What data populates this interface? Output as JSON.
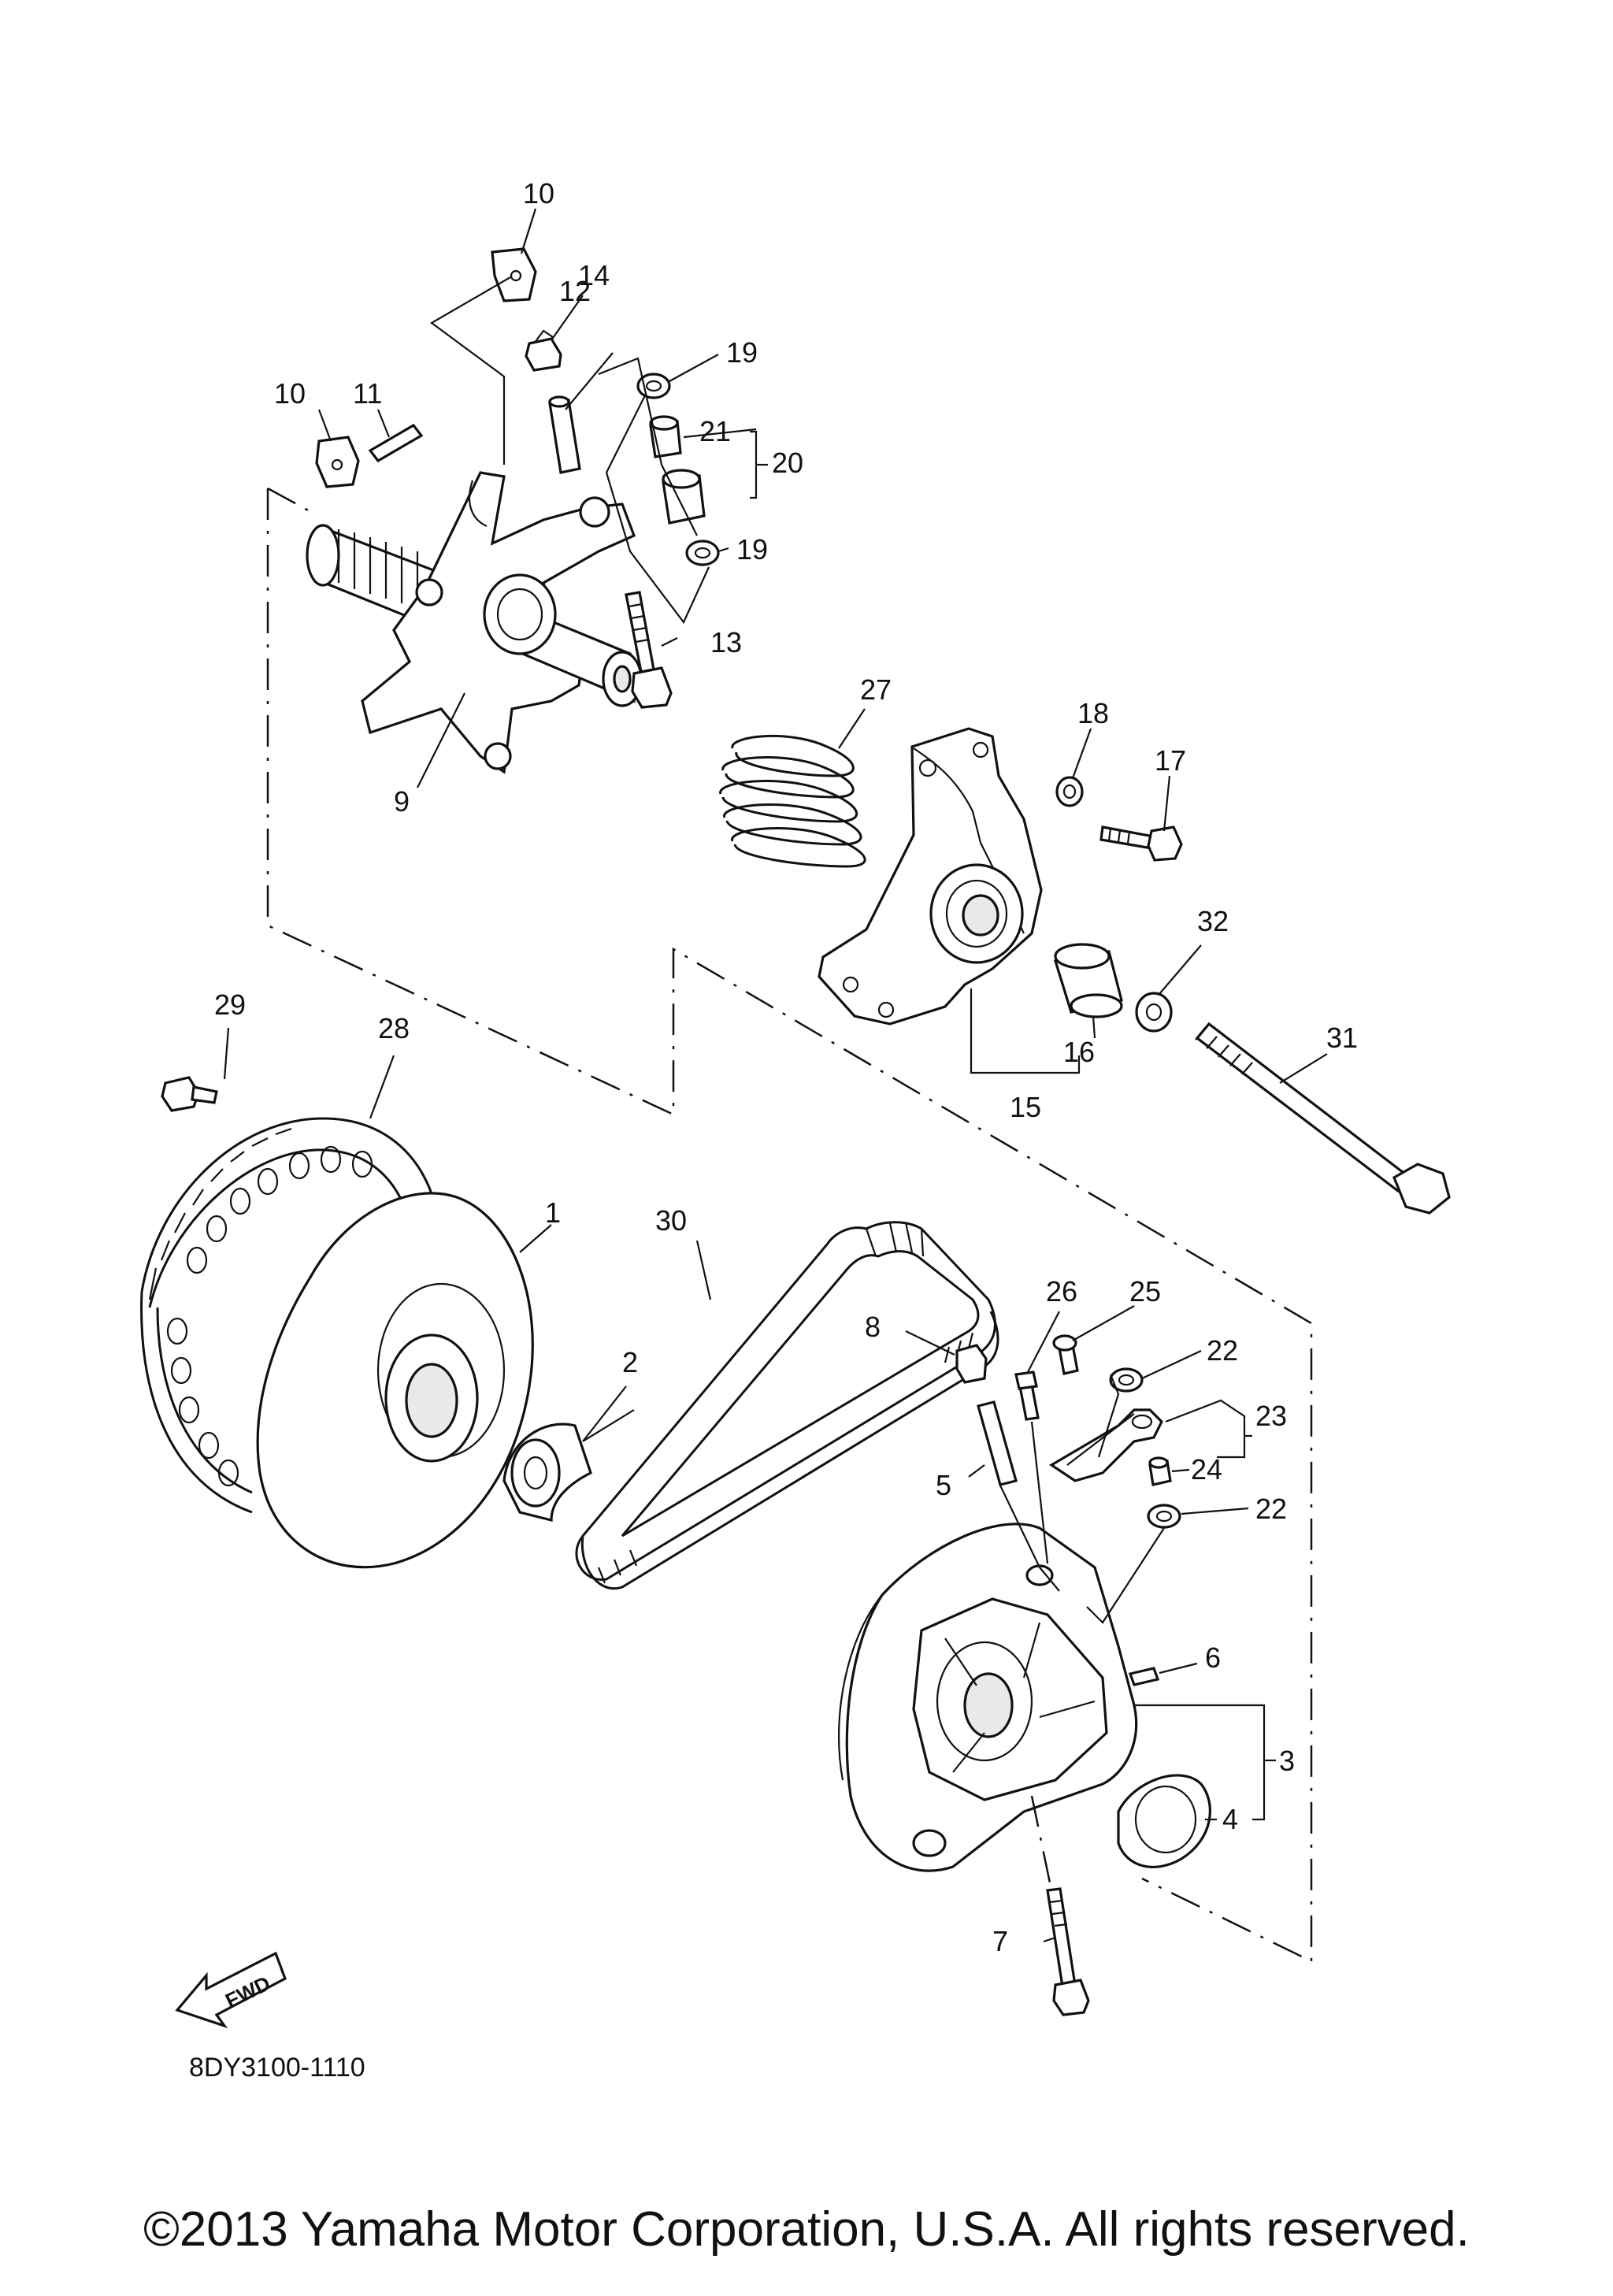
{
  "diagram": {
    "diagram_code": "8DY3100-1110",
    "fwd_label": "FWD",
    "copyright": "©2013 Yamaha Motor Corporation, U.S.A. All rights reserved."
  },
  "callouts": [
    "1",
    "2",
    "3",
    "4",
    "5",
    "6",
    "7",
    "8",
    "9",
    "10",
    "10",
    "11",
    "12",
    "13",
    "14",
    "15",
    "16",
    "17",
    "18",
    "19",
    "19",
    "20",
    "21",
    "22",
    "22",
    "23",
    "24",
    "25",
    "26",
    "27",
    "28",
    "29",
    "30",
    "31",
    "32"
  ]
}
